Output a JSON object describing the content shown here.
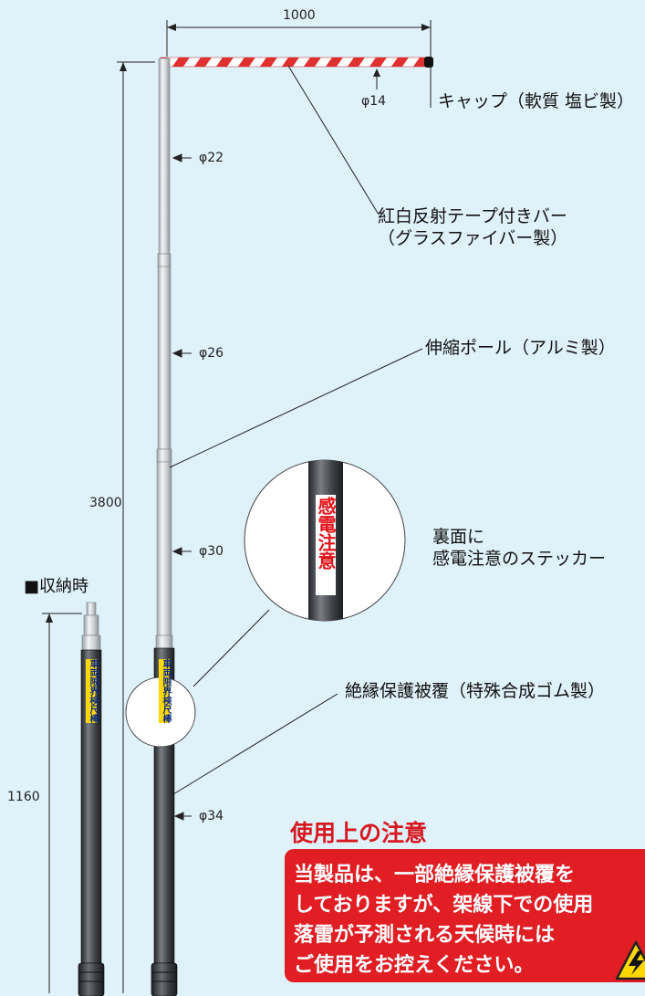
{
  "dimensions": {
    "bar_length": "1000",
    "total_height": "3800",
    "stored_height": "1160",
    "d_bar": "φ14",
    "d_seg1": "φ22",
    "d_seg2": "φ26",
    "d_seg3": "φ30",
    "d_seg4": "φ34"
  },
  "labels": {
    "cap": "キャップ（軟質 塩ビ製）",
    "bar_line1": "紅白反射テープ付きバー",
    "bar_line2": "（グラスファイバー製）",
    "pole": "伸縮ポール（アルミ製）",
    "sticker_line1": "裏面に",
    "sticker_line2": "感電注意のステッカー",
    "insulation": "絶縁保護被覆（特殊合成ゴム製）",
    "storage": "■収納時"
  },
  "stickers": {
    "danger_text": "感電注意",
    "gauge_text": "車両限界検尺棒"
  },
  "warning": {
    "title": "使用上の注意",
    "lines": [
      "当製品は、一部絶縁保護被覆を",
      "しておりますが、架線下での使用",
      "落雷が予測される天候時には",
      "ご使用をお控えください。"
    ]
  },
  "colors": {
    "background": "#dff1f9",
    "warning_red": "#e01e24",
    "bar_red": "#e03030",
    "sticker_yellow": "#ffd800",
    "insulation_dark": "#3a3d42"
  },
  "icons": [
    "high-voltage-warning-icon"
  ]
}
